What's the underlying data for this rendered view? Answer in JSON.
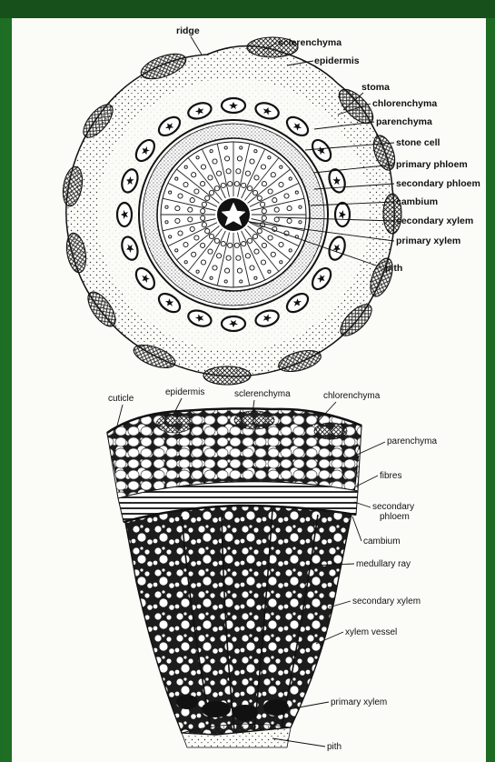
{
  "colors": {
    "background": "#1f7a28",
    "sheet": "#fbfbf8",
    "ink": "#111111"
  },
  "top_section": {
    "labels": {
      "ridge": "ridge",
      "sclerenchyma": "sclerenchyma",
      "epidermis": "epidermis",
      "stoma": "stoma",
      "chlorenchyma": "chlorenchyma",
      "parenchyma": "parenchyma",
      "stone_cell": "stone cell",
      "primary_phloem": "primary phloem",
      "secondary_phloem": "secondary phloem",
      "cambium": "cambium",
      "secondary_xylem": "secondary xylem",
      "primary_xylem": "primary xylem",
      "pith": "pith"
    }
  },
  "bottom_section": {
    "labels": {
      "cuticle": "cuticle",
      "epidermis": "epidermis",
      "sclerenchyma": "sclerenchyma",
      "chlorenchyma": "chlorenchyma",
      "parenchyma": "parenchyma",
      "fibres": "fibres",
      "secondary_phloem_1": "secondary",
      "secondary_phloem_2": "phloem",
      "cambium": "cambium",
      "medullary_ray": "medullary ray",
      "secondary_xylem": "secondary xylem",
      "xylem_vessel": "xylem vessel",
      "primary_xylem": "primary xylem",
      "pith": "pith"
    }
  }
}
